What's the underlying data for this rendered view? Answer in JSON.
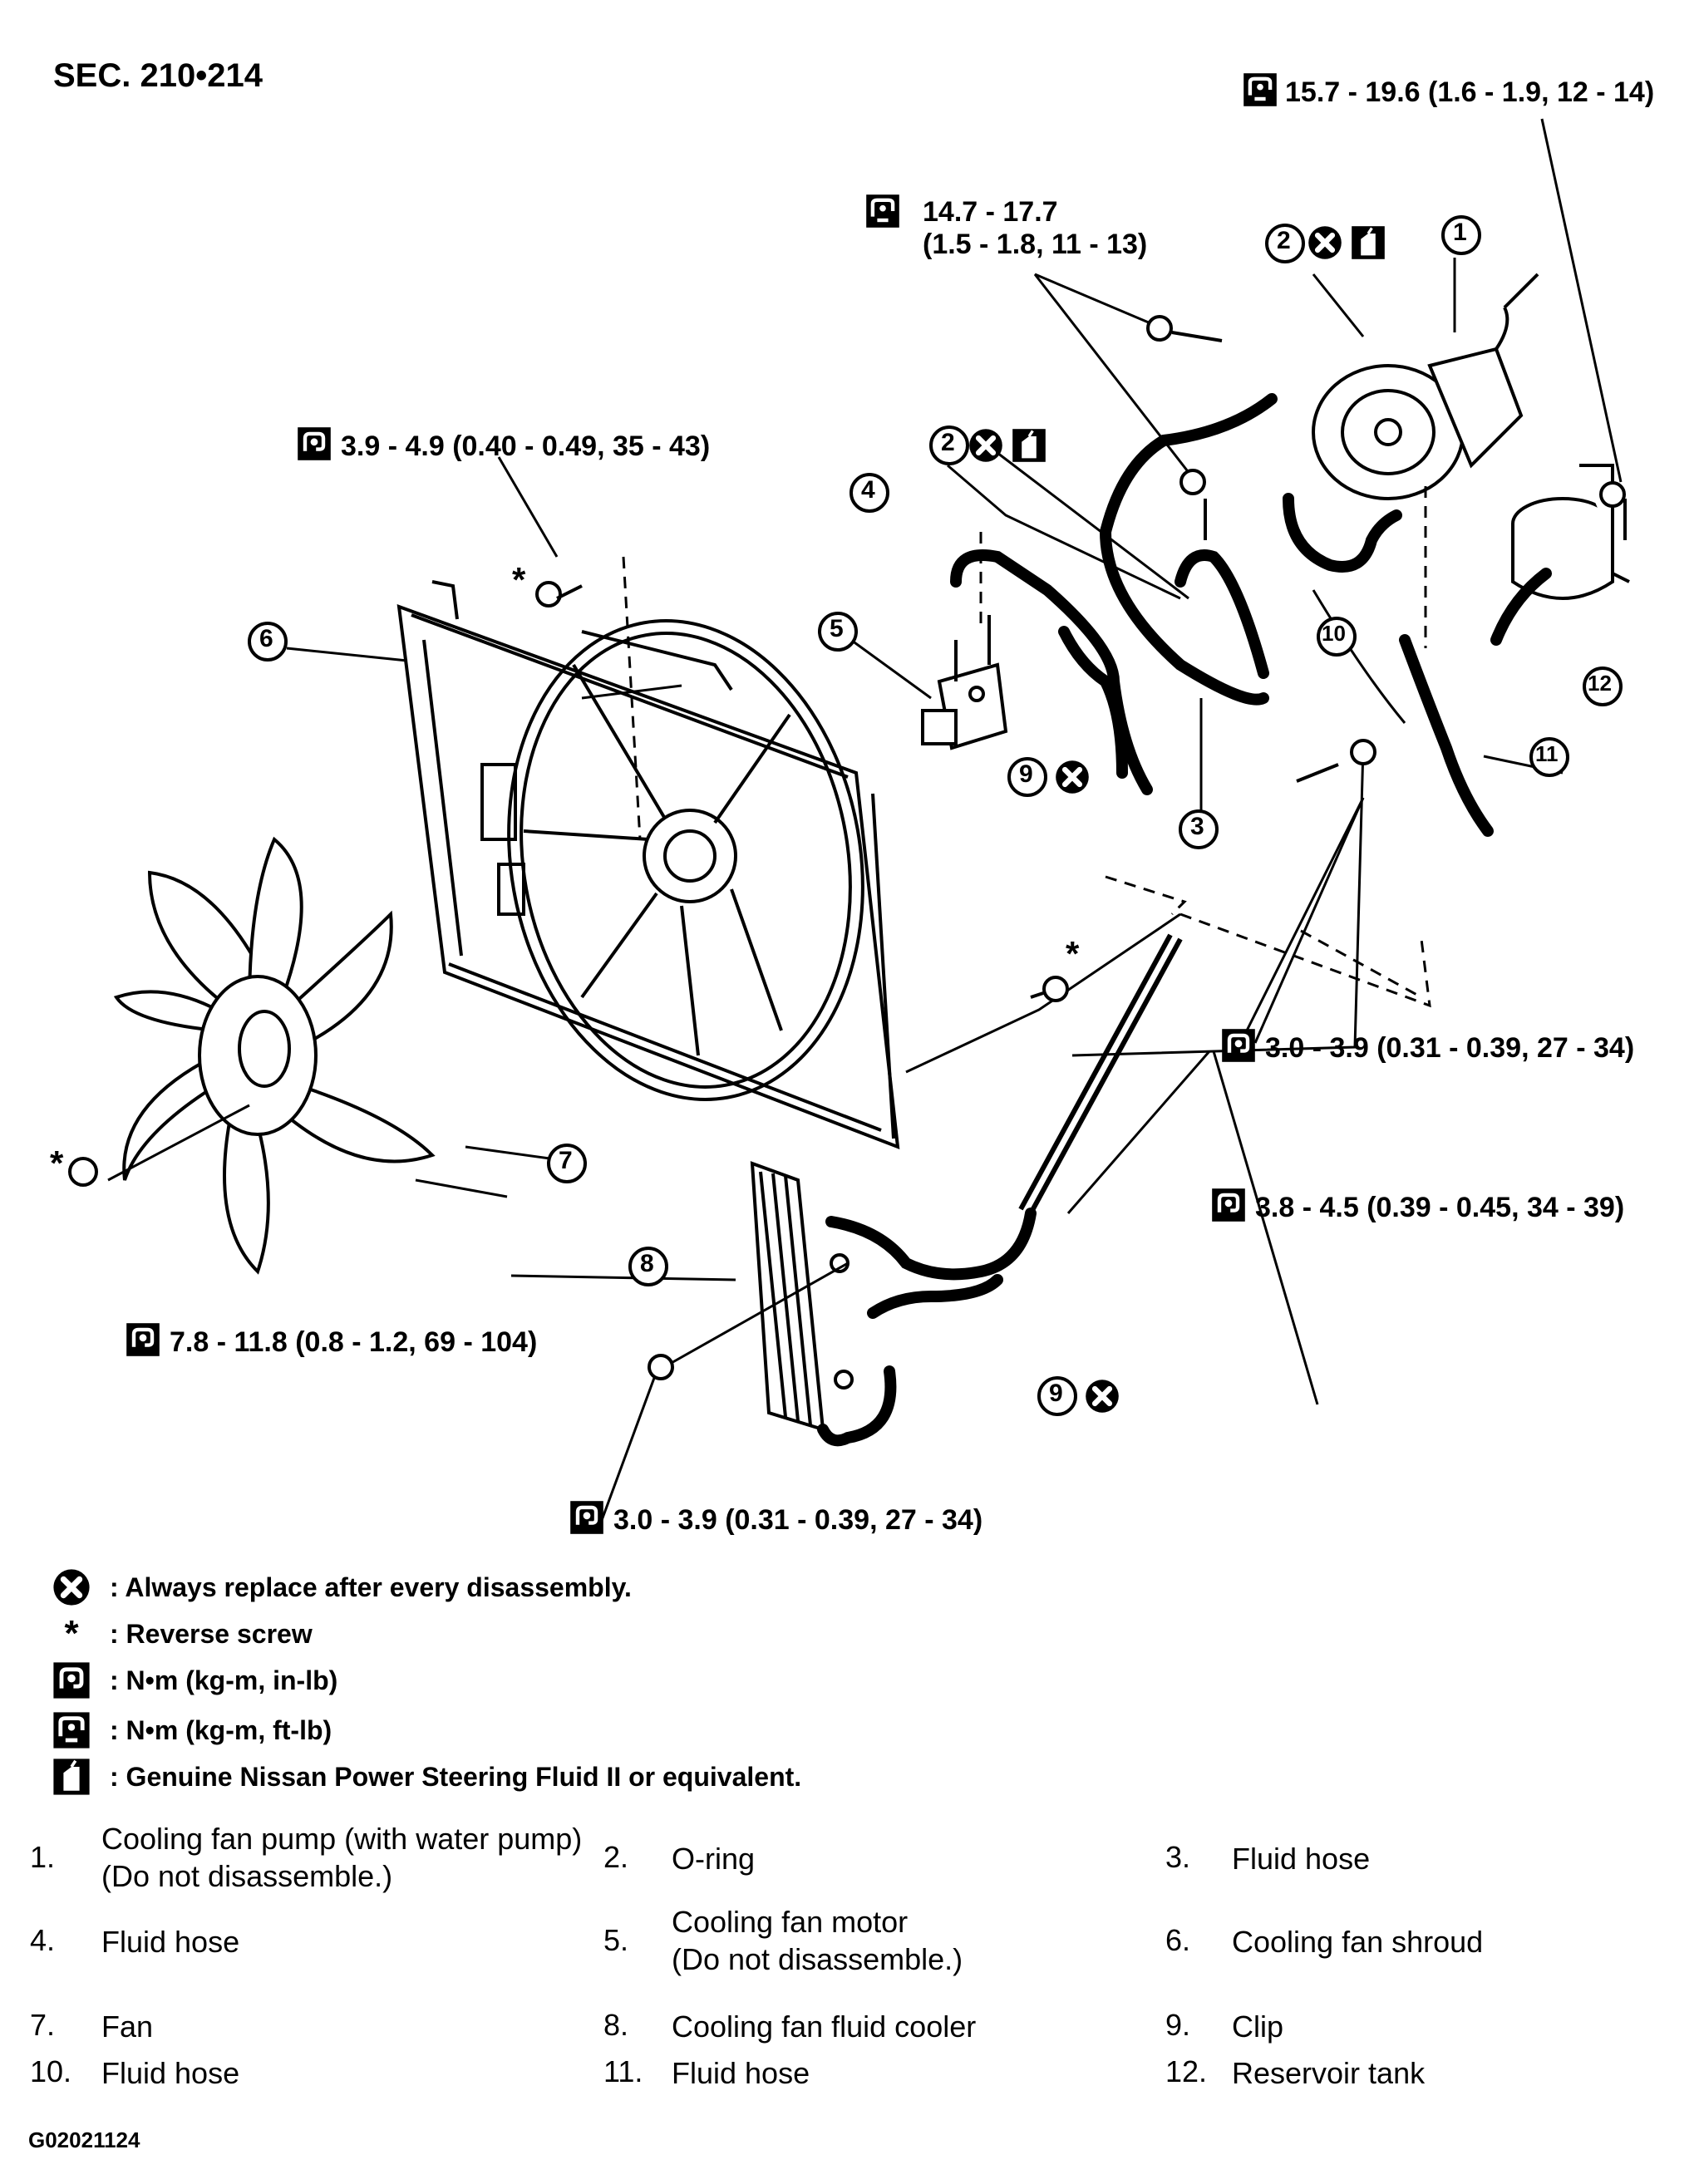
{
  "section": "SEC. 210•214",
  "torque_callouts": [
    {
      "text": "15.7 - 19.6 (1.6 - 1.9, 12 - 14)",
      "icon": "torque-ft-lb-icon"
    },
    {
      "text": "14.7 - 17.7\n(1.5 - 1.8, 11 - 13)",
      "icon": "torque-ft-lb-icon"
    },
    {
      "text": "3.9 - 4.9 (0.40 - 0.49, 35 - 43)",
      "icon": "torque-in-lb-icon"
    },
    {
      "text": "3.0 - 3.9 (0.31 - 0.39, 27 - 34)",
      "icon": "torque-in-lb-icon"
    },
    {
      "text": "3.8 - 4.5 (0.39 - 0.45, 34 - 39)",
      "icon": "torque-in-lb-icon"
    },
    {
      "text": "7.8 - 11.8 (0.8 - 1.2, 69 - 104)",
      "icon": "torque-in-lb-icon"
    },
    {
      "text": "3.0 - 3.9 (0.31 - 0.39, 27 - 34)",
      "icon": "torque-in-lb-icon"
    }
  ],
  "callout_numbers": [
    "1",
    "2",
    "2",
    "3",
    "4",
    "5",
    "6",
    "7",
    "8",
    "9",
    "9",
    "10",
    "11",
    "12"
  ],
  "reverse_marker": "*",
  "legend": [
    {
      "icon": "replace-icon",
      "text": ": Always replace after every disassembly."
    },
    {
      "icon": "asterisk",
      "symbol": "*",
      "text": ": Reverse screw"
    },
    {
      "icon": "torque-in-lb-icon",
      "text": ": N•m (kg-m, in-lb)"
    },
    {
      "icon": "torque-ft-lb-icon",
      "text": ": N•m (kg-m, ft-lb)"
    },
    {
      "icon": "fluid-icon",
      "text": ": Genuine Nissan Power Steering Fluid II or equivalent."
    }
  ],
  "parts": [
    {
      "num": "1.",
      "label": "Cooling fan pump (with water pump)\n(Do not disassemble.)"
    },
    {
      "num": "2.",
      "label": "O-ring"
    },
    {
      "num": "3.",
      "label": "Fluid hose"
    },
    {
      "num": "4.",
      "label": "Fluid hose"
    },
    {
      "num": "5.",
      "label": "Cooling fan motor\n(Do not disassemble.)"
    },
    {
      "num": "6.",
      "label": "Cooling fan shroud"
    },
    {
      "num": "7.",
      "label": "Fan"
    },
    {
      "num": "8.",
      "label": "Cooling fan fluid cooler"
    },
    {
      "num": "9.",
      "label": "Clip"
    },
    {
      "num": "10.",
      "label": "Fluid hose"
    },
    {
      "num": "11.",
      "label": "Fluid hose"
    },
    {
      "num": "12.",
      "label": "Reservoir tank"
    }
  ],
  "figure_code": "G02021124"
}
